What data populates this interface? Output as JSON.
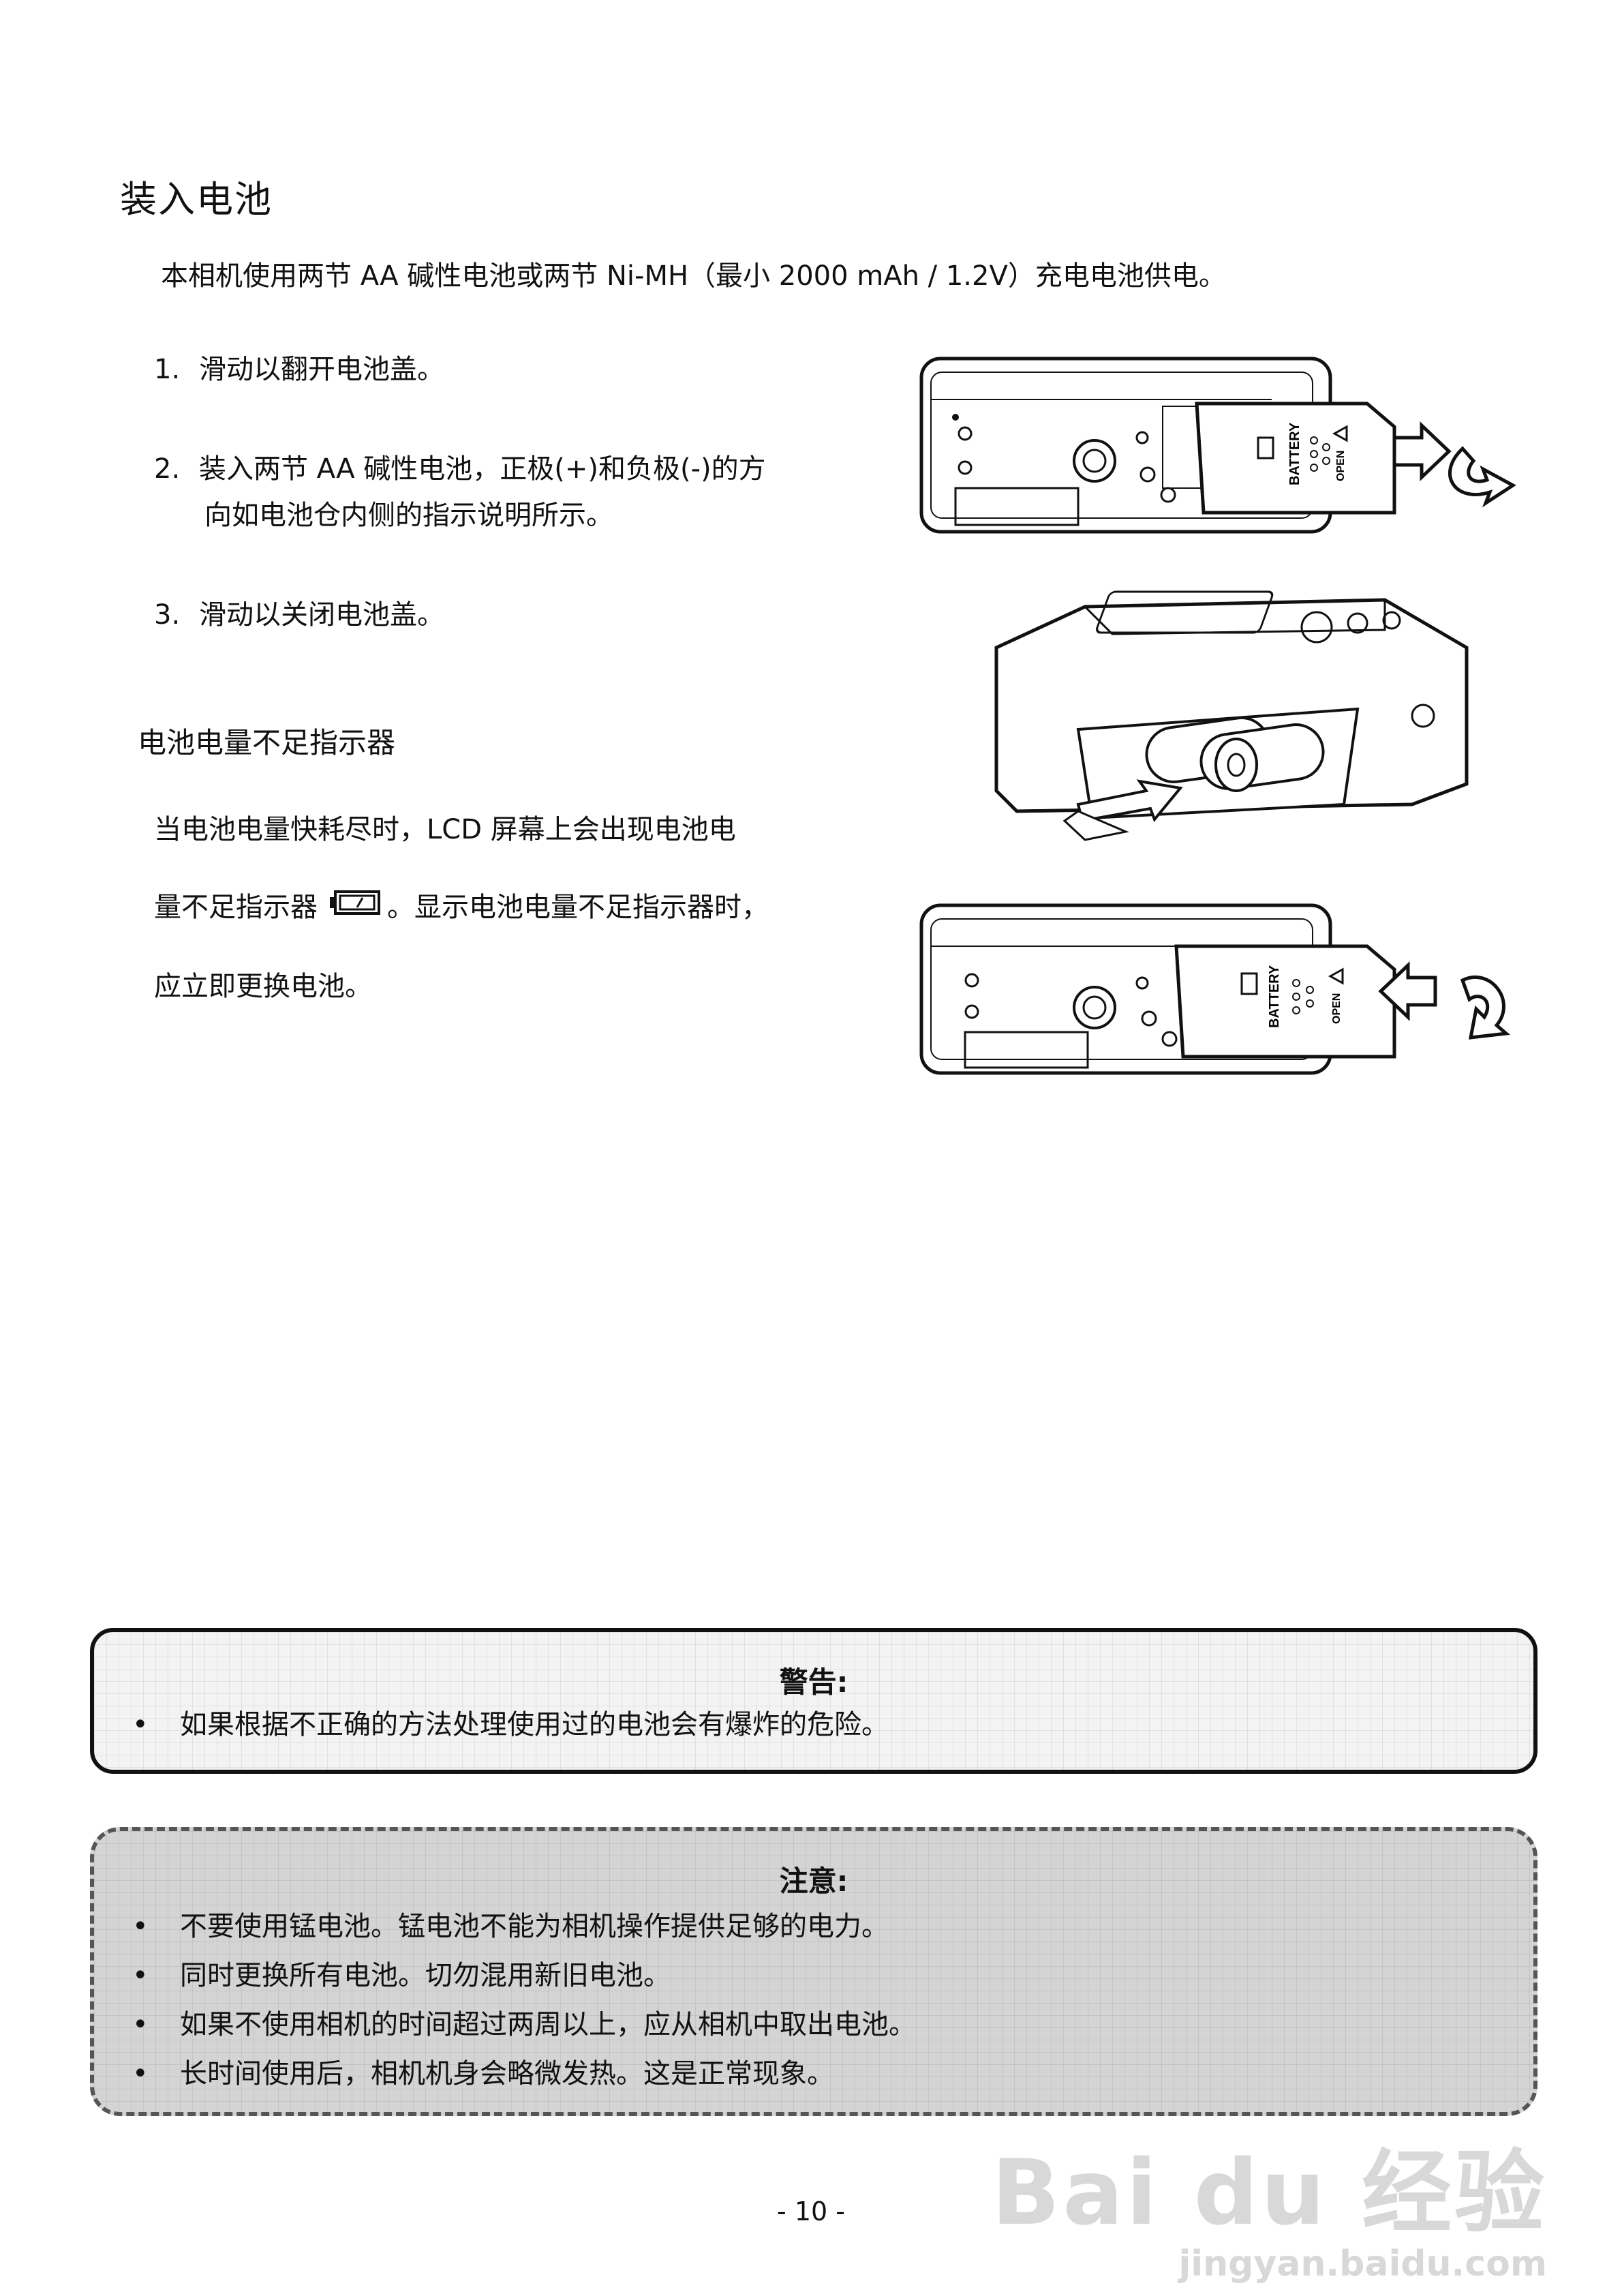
{
  "page": {
    "title": "装入电池",
    "intro": "本相机使用两节  AA  碱性电池或两节  Ni-MH（最小  2000 mAh / 1.2V）充电电池供电。",
    "steps": [
      {
        "num": "1.",
        "text": "滑动以翻开电池盖。"
      },
      {
        "num": "2.",
        "line1": "装入两节  AA  碱性电池，正极(+)和负极(-)的方",
        "line2": "向如电池仓内侧的指示说明所示。"
      },
      {
        "num": "3.",
        "text": "滑动以关闭电池盖。"
      }
    ],
    "low_battery": {
      "heading": "电池电量不足指示器",
      "line1": "当电池电量快耗尽时，LCD  屏幕上会出现电池电",
      "line2_before": "量不足指示器",
      "line2_after": "。显示电池电量不足指示器时，",
      "line3": "应立即更换电池。",
      "icon": "low-battery-icon"
    },
    "figures": {
      "cover_label": "BATTERY",
      "open_label": "OPEN"
    },
    "warning": {
      "title": "警告:",
      "items": [
        "如果根据不正确的方法处理使用过的电池会有爆炸的危险。"
      ]
    },
    "note": {
      "title": "注意:",
      "items": [
        "不要使用锰电池。锰电池不能为相机操作提供足够的电力。",
        "同时更换所有电池。切勿混用新旧电池。",
        "如果不使用相机的时间超过两周以上，应从相机中取出电池。",
        "长时间使用后，相机机身会略微发热。这是正常现象。"
      ]
    },
    "page_number": "- 10 -",
    "watermark": {
      "main": "Bai du 经验",
      "sub": "jingyan.baidu.com"
    }
  }
}
